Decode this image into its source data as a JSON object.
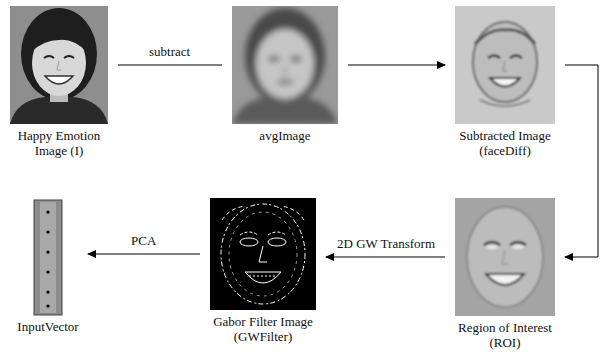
{
  "diagram": {
    "nodes": [
      {
        "text": [
          "Happy Emotion Image (I)"
        ]
      },
      {
        "text": [
          "avgImage"
        ]
      },
      {
        "text": [
          "Subtracted Image (faceDiff)"
        ]
      },
      {
        "text": [
          "InputVector"
        ]
      },
      {
        "text": [
          "Gabor Filter Image (GWFilter)"
        ]
      },
      {
        "text": [
          "Region of Interest (ROI)"
        ]
      }
    ],
    "edges": [
      {
        "from": 0,
        "to": 1,
        "label": "subtract",
        "arrow": "none"
      },
      {
        "from": 1,
        "to": 2,
        "arrow": "to"
      },
      {
        "from": 2,
        "to": 5,
        "arrow": "to"
      },
      {
        "from": 5,
        "to": 4,
        "label": "2D GW Transform",
        "arrow": "to"
      },
      {
        "from": 4,
        "to": 3,
        "label": "PCA",
        "arrow": "to"
      }
    ]
  }
}
